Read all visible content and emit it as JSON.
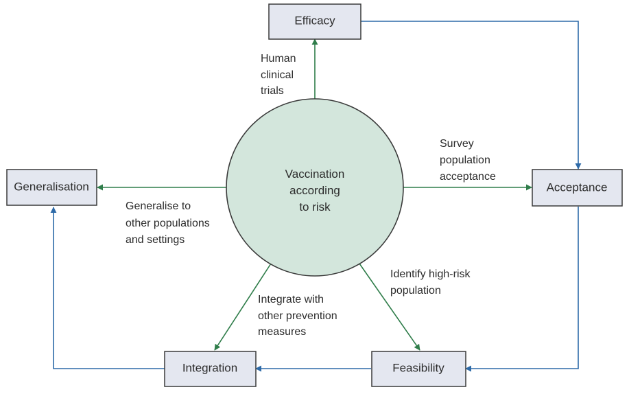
{
  "center": {
    "lines": [
      "Vaccination",
      "according",
      "to risk"
    ]
  },
  "nodes": {
    "efficacy": "Efficacy",
    "acceptance": "Acceptance",
    "feasibility": "Feasibility",
    "integration": "Integration",
    "generalisation": "Generalisation"
  },
  "edges": {
    "human_clinical_trials": [
      "Human",
      "clinical",
      "trials"
    ],
    "survey_population_acceptance": [
      "Survey",
      "population",
      "acceptance"
    ],
    "identify_high_risk_population": [
      "Identify high-risk",
      "population"
    ],
    "integrate_with_other_prevention_measures": [
      "Integrate with",
      "other prevention",
      "measures"
    ],
    "generalise_to_other_populations": [
      "Generalise to",
      "other populations",
      "and settings"
    ]
  },
  "colors": {
    "center_fill": "#d3e6dc",
    "box_fill": "#e4e7f0",
    "green_arrow": "#2f7d4a",
    "blue_arrow": "#2d6aa8"
  }
}
